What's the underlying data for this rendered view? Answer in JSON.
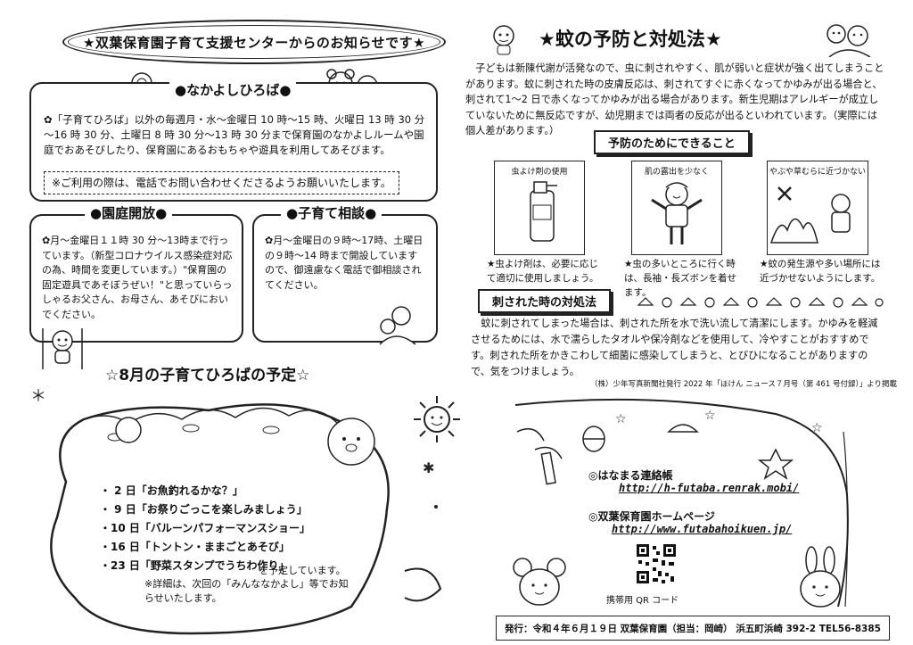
{
  "header": {
    "notice_title": "★双葉保育園子育て支援センターからのお知らせです★"
  },
  "nakayoshi": {
    "title": "●なかよしひろば●",
    "body": "✿「子育てひろば」以外の毎週月・水～金曜日 10 時～15 時、火曜日 13 時 30 分～16 時 30 分、土曜日 8 時 30 分～13 時 30 分まで保育園のなかよしルームや園庭でおあそびしたり、保育園にあるおもちゃや遊具を利用してあそびます。",
    "note": "※ご利用の際は、電話でお問い合わせくださるようお願いいたします。"
  },
  "entei": {
    "title": "●園庭開放●",
    "body": "✿月～金曜日１１時 30 分～13時まで行っています。（新型コロナウイルス感染症対応の為、時間を変更しています。）\"保育園の固定遊具であそぼうぜい！\"と思っていらっしゃるお父さん、お母さん、あそびにおいでください。"
  },
  "sodan": {
    "title": "●子育て相談●",
    "body": "✿月～金曜日の９時～17時、土曜日の９時～14 時まで開設していますので、御遠慮なく電話で御相談されてください。"
  },
  "schedule": {
    "title": "☆8月の子育てひろばの予定☆",
    "items": [
      "・ 2 日「お魚釣れるかな？」",
      "・ 9 日「お祭りごっこを楽しみましょう」",
      "・10 日「バルーンパフォーマンスショー」",
      "・16 日「トントン・ままごとあそび」",
      "・23 日「野菜スタンプでうちわ作り」"
    ],
    "suffix": "を予定しています。",
    "note": "※詳細は、次回の「みんななかよし」等でお知らせいたします。"
  },
  "mosquito": {
    "title": "★蚊の予防と対処法★",
    "intro": "子どもは新陳代謝が活発なので、虫に刺されやすく、肌が弱いと症状が強く出てしまうことがあります。蚊に刺された時の皮膚反応は、刺されてすぐに赤くなってかゆみが出る場合と、刺されて1～2 日で赤くなってかゆみが出る場合があります。新生児期はアレルギーが成立していないために無反応ですが、幼児期までは両者の反応が出るといわれています。（実際には個人差があります。）",
    "prevention_title": "予防のためにできること",
    "panels": [
      {
        "label": "虫よけ剤の使用",
        "caption": "★虫よけ剤は、必要に応じて適切に使用しましょう。"
      },
      {
        "label": "肌の露出を少なく",
        "caption": "★虫の多いところに行く時は、長袖・長ズボンを着せます。"
      },
      {
        "label": "やぶや草むらに近づかない",
        "caption": "★蚊の発生源や多い場所には近づかせないようにします。"
      }
    ],
    "treatment_title": "刺された時の対処法",
    "treatment_body": "蚊に刺されてしまった場合は、刺された所を水で洗い流して清潔にします。かゆみを軽減させるためには、水で濡らしたタオルや保冷剤などを使用して、冷やすことがおすすめです。刺された所をかきこわして細菌に感染してしまうと、とびひになることがありますので、気をつけましょう。",
    "source": "（株）少年写真新聞社発行 2022 年「ほけん ニュース７月号（第 461 号付録）」より掲載"
  },
  "links": {
    "renraku_label": "◎はなまる連絡帳",
    "renraku_url": "http://h-futaba.renrak.mobi/",
    "home_label": "◎双葉保育園ホームページ",
    "home_url": "http://www.futabahoikuen.jp/",
    "qr_label": "携帯用 QR コード"
  },
  "footer": {
    "text": "発行：令和４年６月１９日 双葉保育園（担当：岡崎） 浜五町浜崎 392-2 TEL56-8385"
  }
}
